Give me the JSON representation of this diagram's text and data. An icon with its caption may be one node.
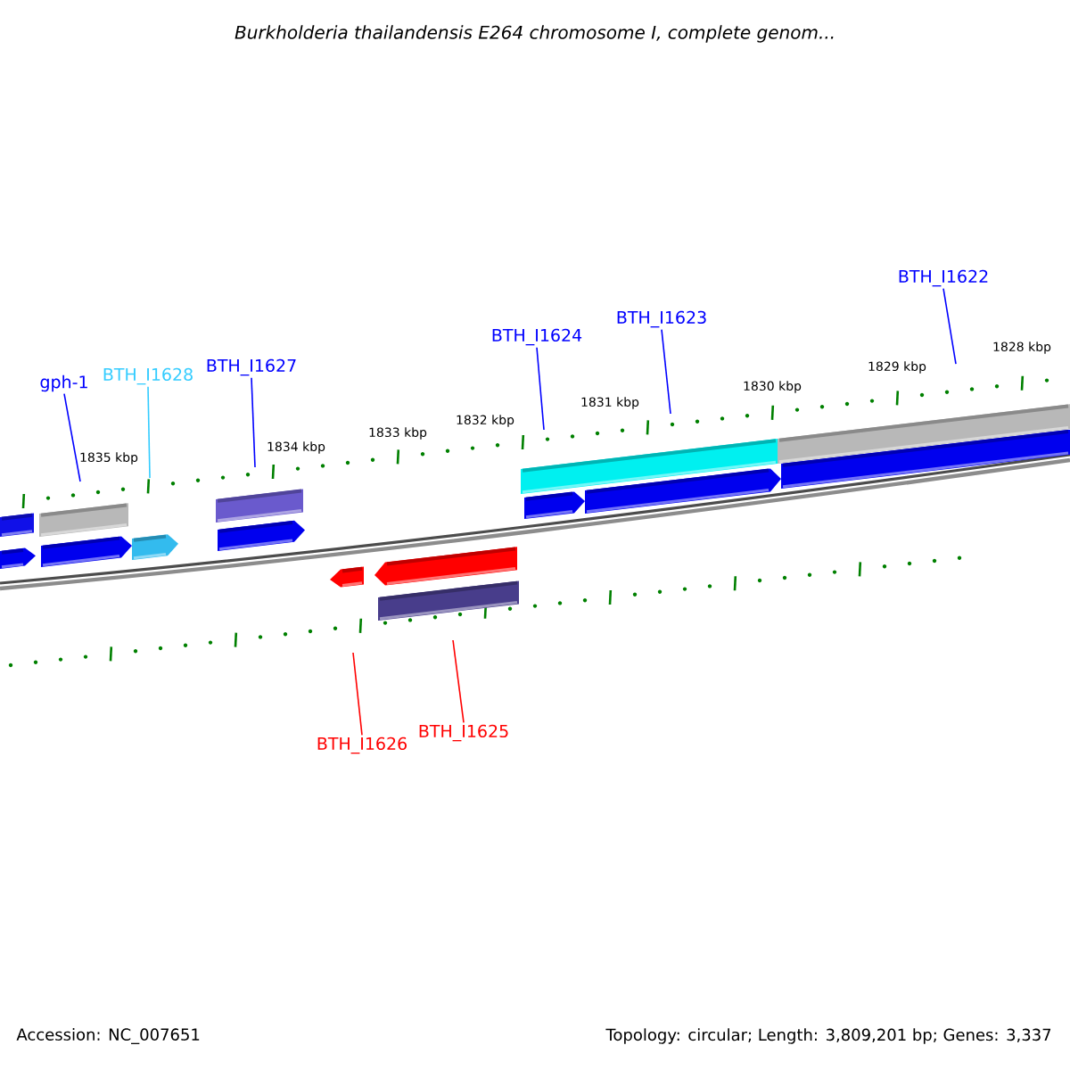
{
  "diagram": {
    "title": "Burkholderia thailandensis E264 chromosome I, complete genom...",
    "nodes": [
      {
        "text": [
          "gph-1"
        ]
      },
      {
        "text": [
          "BTH_I1628"
        ]
      },
      {
        "text": [
          "BTH_I1627"
        ]
      },
      {
        "text": [
          "BTH_I1624"
        ]
      },
      {
        "text": [
          "BTH_I1623"
        ]
      },
      {
        "text": [
          "BTH_I1622"
        ]
      },
      {
        "text": [
          "BTH_I1626"
        ]
      },
      {
        "text": [
          "BTH_I1625"
        ]
      }
    ],
    "edges": [
      {
        "from": 0,
        "to": null,
        "arrow": "none"
      },
      {
        "from": 1,
        "to": null,
        "arrow": "none",
        "color": "#33ccff"
      },
      {
        "from": 2,
        "to": null,
        "arrow": "none"
      },
      {
        "from": 3,
        "to": null,
        "arrow": "none"
      },
      {
        "from": 4,
        "to": null,
        "arrow": "none"
      },
      {
        "from": 5,
        "to": null,
        "arrow": "none"
      },
      {
        "from": 6,
        "to": null,
        "arrow": "none",
        "color": "#ff0000"
      },
      {
        "from": 7,
        "to": null,
        "arrow": "none",
        "color": "#ff0000"
      }
    ],
    "labels": [
      "1835 kbp",
      "1834 kbp",
      "1833 kbp",
      "1832 kbp",
      "1831 kbp",
      "1830 kbp",
      "1829 kbp",
      "1828 kbp",
      "Accession: NC_007651",
      "Topology: circular; Length: 3,809,201 bp; Genes: 3,337"
    ]
  }
}
